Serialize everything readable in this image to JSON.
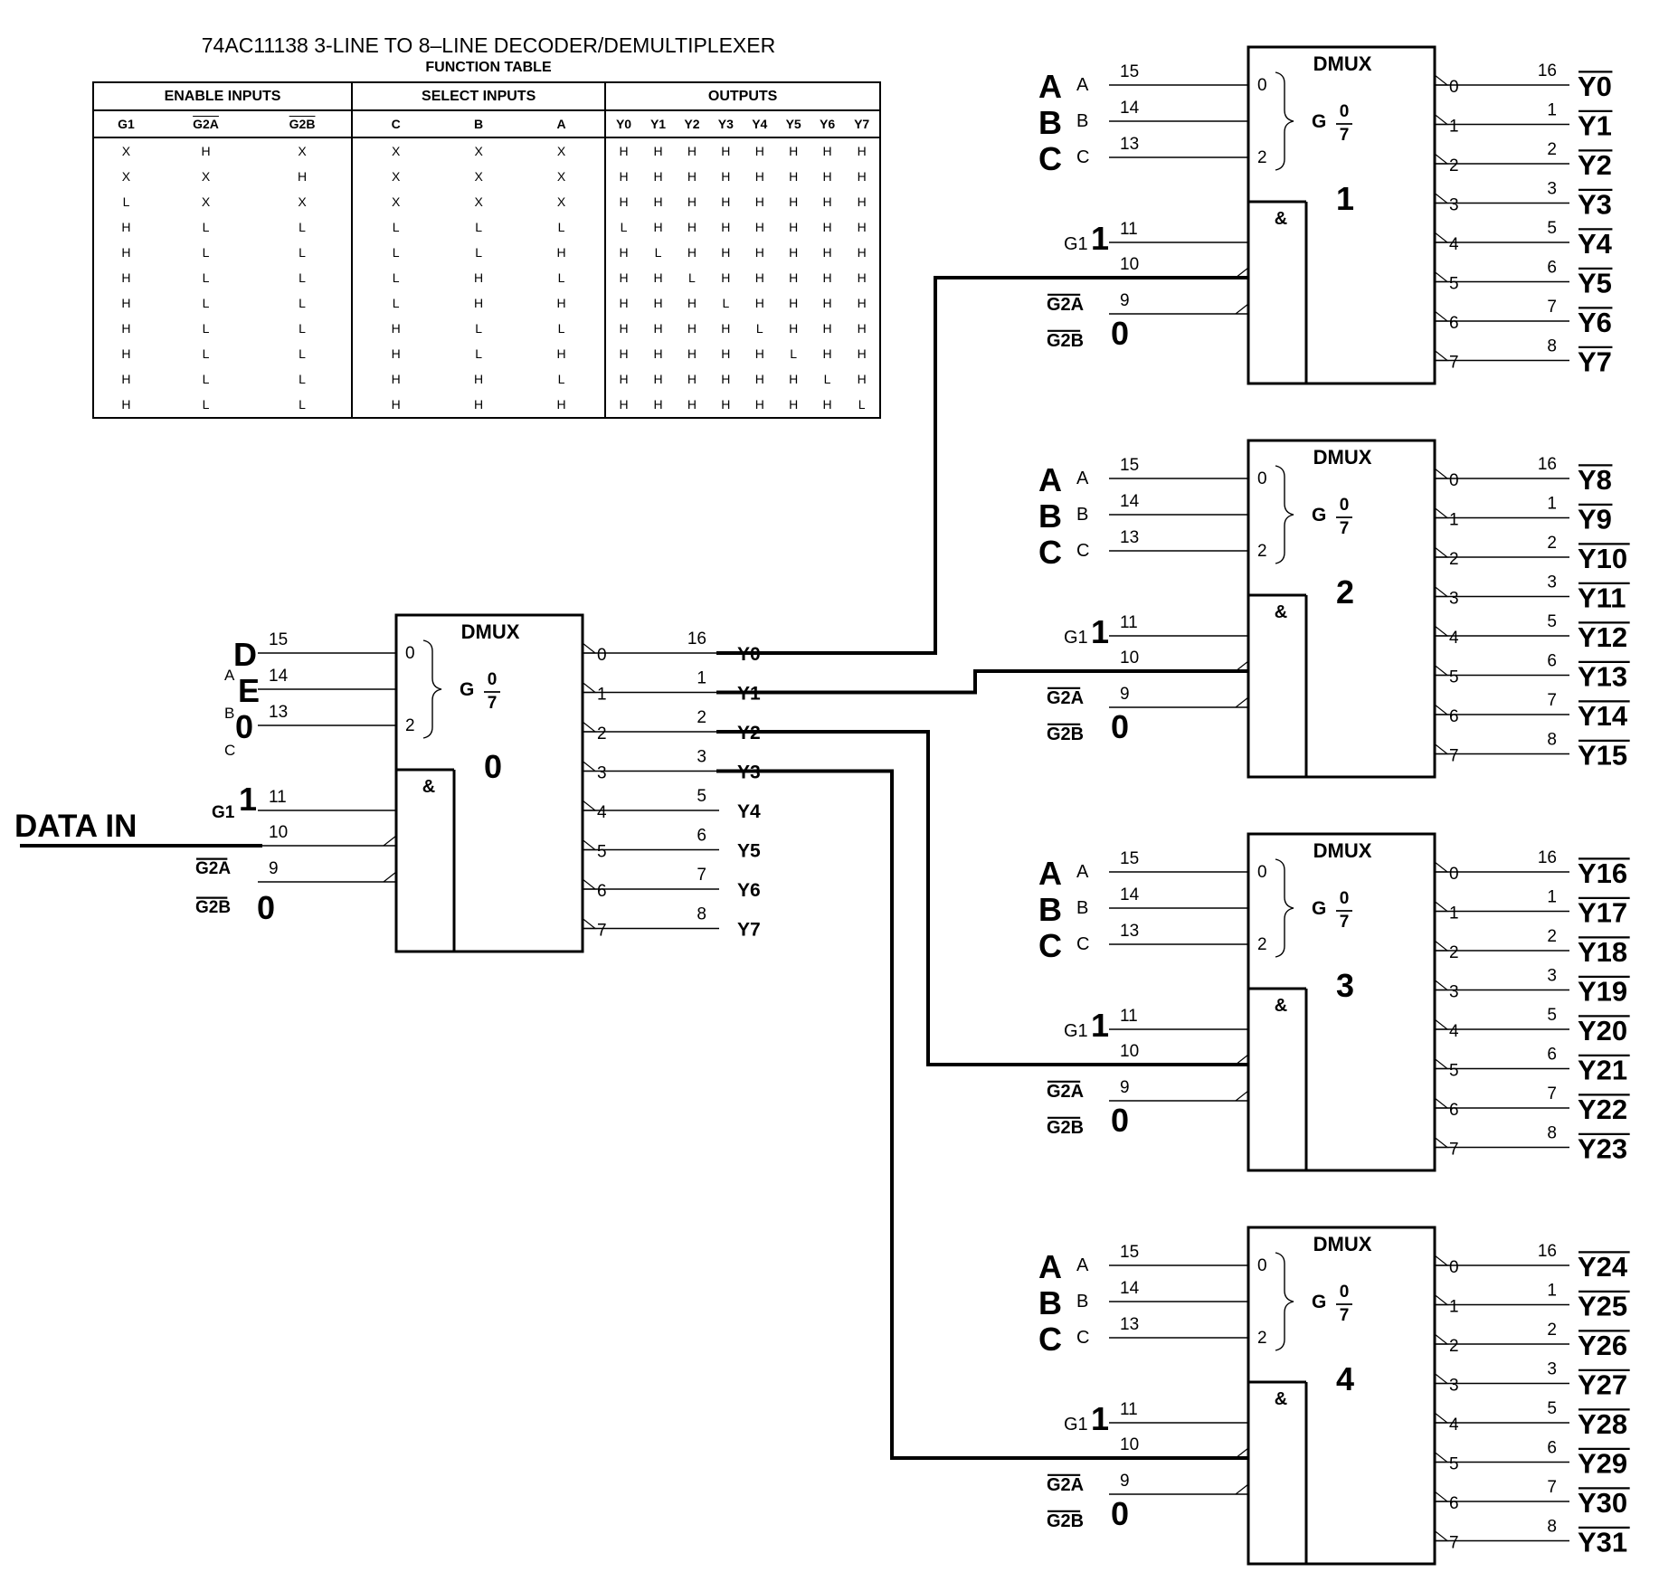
{
  "function_table": {
    "title": "74AC11138 3-LINE TO 8–LINE DECODER/DEMULTIPLEXER",
    "subtitle": "FUNCTION TABLE",
    "groups": [
      "ENABLE INPUTS",
      "SELECT INPUTS",
      "OUTPUTS"
    ],
    "columns": [
      "G1",
      "G2A",
      "G2B",
      "C",
      "B",
      "A",
      "Y0",
      "Y1",
      "Y2",
      "Y3",
      "Y4",
      "Y5",
      "Y6",
      "Y7"
    ],
    "rows": [
      [
        "X",
        "H",
        "X",
        "X",
        "X",
        "X",
        "H",
        "H",
        "H",
        "H",
        "H",
        "H",
        "H",
        "H"
      ],
      [
        "X",
        "X",
        "H",
        "X",
        "X",
        "X",
        "H",
        "H",
        "H",
        "H",
        "H",
        "H",
        "H",
        "H"
      ],
      [
        "L",
        "X",
        "X",
        "X",
        "X",
        "X",
        "H",
        "H",
        "H",
        "H",
        "H",
        "H",
        "H",
        "H"
      ],
      [
        "H",
        "L",
        "L",
        "L",
        "L",
        "L",
        "L",
        "H",
        "H",
        "H",
        "H",
        "H",
        "H",
        "H"
      ],
      [
        "H",
        "L",
        "L",
        "L",
        "L",
        "H",
        "H",
        "L",
        "H",
        "H",
        "H",
        "H",
        "H",
        "H"
      ],
      [
        "H",
        "L",
        "L",
        "L",
        "H",
        "L",
        "H",
        "H",
        "L",
        "H",
        "H",
        "H",
        "H",
        "H"
      ],
      [
        "H",
        "L",
        "L",
        "L",
        "H",
        "H",
        "H",
        "H",
        "H",
        "L",
        "H",
        "H",
        "H",
        "H"
      ],
      [
        "H",
        "L",
        "L",
        "H",
        "L",
        "L",
        "H",
        "H",
        "H",
        "H",
        "L",
        "H",
        "H",
        "H"
      ],
      [
        "H",
        "L",
        "L",
        "H",
        "L",
        "H",
        "H",
        "H",
        "H",
        "H",
        "H",
        "L",
        "H",
        "H"
      ],
      [
        "H",
        "L",
        "L",
        "H",
        "H",
        "L",
        "H",
        "H",
        "H",
        "H",
        "H",
        "H",
        "L",
        "H"
      ],
      [
        "H",
        "L",
        "L",
        "H",
        "H",
        "H",
        "H",
        "H",
        "H",
        "H",
        "H",
        "H",
        "H",
        "L"
      ]
    ]
  },
  "data_in_label": "DATA IN",
  "chip_common": {
    "title": "DMUX",
    "and_symbol": "&",
    "select_in_labels": [
      "0",
      "2"
    ],
    "g_label": "G",
    "g_num": "0",
    "g_den": "7",
    "out_index_labels": [
      "0",
      "1",
      "2",
      "3",
      "4",
      "5",
      "6",
      "7"
    ],
    "in_pins": [
      "15",
      "14",
      "13",
      "11",
      "10",
      "9"
    ],
    "out_pins": [
      "16",
      "1",
      "2",
      "3",
      "5",
      "6",
      "7",
      "8"
    ],
    "pin_names": [
      "A",
      "B",
      "C",
      "G1",
      "G2A",
      "G2B"
    ]
  },
  "first_chip": {
    "number": "0",
    "select_values": [
      "D",
      "E",
      "0"
    ],
    "g1_value": "1",
    "g2b_value": "0",
    "outputs": [
      "Y0",
      "Y1",
      "Y2",
      "Y3",
      "Y4",
      "Y5",
      "Y6",
      "Y7"
    ]
  },
  "chips": [
    {
      "number": "1",
      "select_values": [
        "A",
        "B",
        "C"
      ],
      "g1_value": "1",
      "g2b_value": "0",
      "outputs": [
        "Y0",
        "Y1",
        "Y2",
        "Y3",
        "Y4",
        "Y5",
        "Y6",
        "Y7"
      ]
    },
    {
      "number": "2",
      "select_values": [
        "A",
        "B",
        "C"
      ],
      "g1_value": "1",
      "g2b_value": "0",
      "outputs": [
        "Y8",
        "Y9",
        "Y10",
        "Y11",
        "Y12",
        "Y13",
        "Y14",
        "Y15"
      ]
    },
    {
      "number": "3",
      "select_values": [
        "A",
        "B",
        "C"
      ],
      "g1_value": "1",
      "g2b_value": "0",
      "outputs": [
        "Y16",
        "Y17",
        "Y18",
        "Y19",
        "Y20",
        "Y21",
        "Y22",
        "Y23"
      ]
    },
    {
      "number": "4",
      "select_values": [
        "A",
        "B",
        "C"
      ],
      "g1_value": "1",
      "g2b_value": "0",
      "outputs": [
        "Y24",
        "Y25",
        "Y26",
        "Y27",
        "Y28",
        "Y29",
        "Y30",
        "Y31"
      ]
    }
  ]
}
